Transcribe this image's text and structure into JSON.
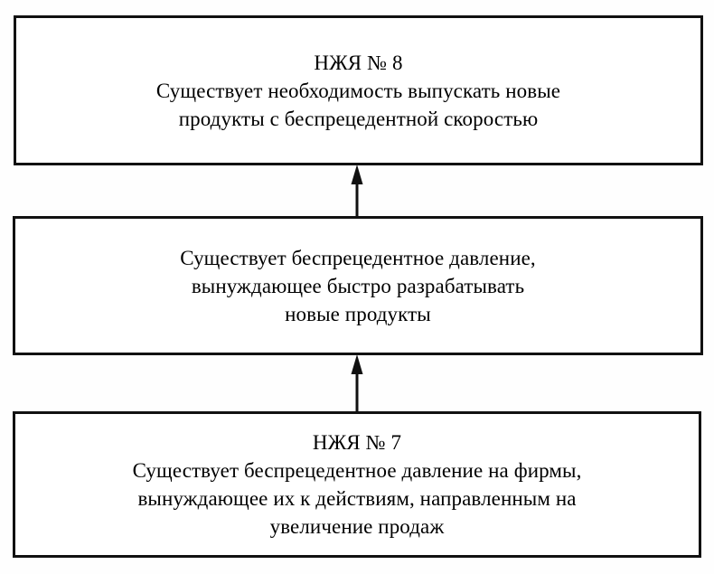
{
  "diagram": {
    "type": "cause-effect-tree",
    "orientation": "bottom-up",
    "nodes": [
      {
        "id": "ude-8",
        "label": "НЖЯ № 8",
        "lines": [
          "Существует необходимость выпускать новые",
          "продукты с беспрецедентной скоростью"
        ]
      },
      {
        "id": "intermediate",
        "label": "",
        "lines": [
          "Существует беспрецедентное давление,",
          "вынуждающее быстро разрабатывать",
          "новые продукты"
        ]
      },
      {
        "id": "ude-7",
        "label": "НЖЯ № 7",
        "lines": [
          "Существует беспрецедентное давление на фирмы,",
          "вынуждающее их к действиям, направленным на",
          "увеличение продаж"
        ]
      }
    ],
    "edges": [
      {
        "id": "edge-bottom-to-middle",
        "from": "ude-7",
        "to": "intermediate",
        "style": "solid-arrow-up"
      },
      {
        "id": "edge-middle-to-top",
        "from": "intermediate",
        "to": "ude-8",
        "style": "solid-arrow-up"
      }
    ],
    "colors": {
      "stroke": "#111111",
      "fill": "#ffffff",
      "text": "#000000",
      "background": "#fefefe"
    }
  }
}
